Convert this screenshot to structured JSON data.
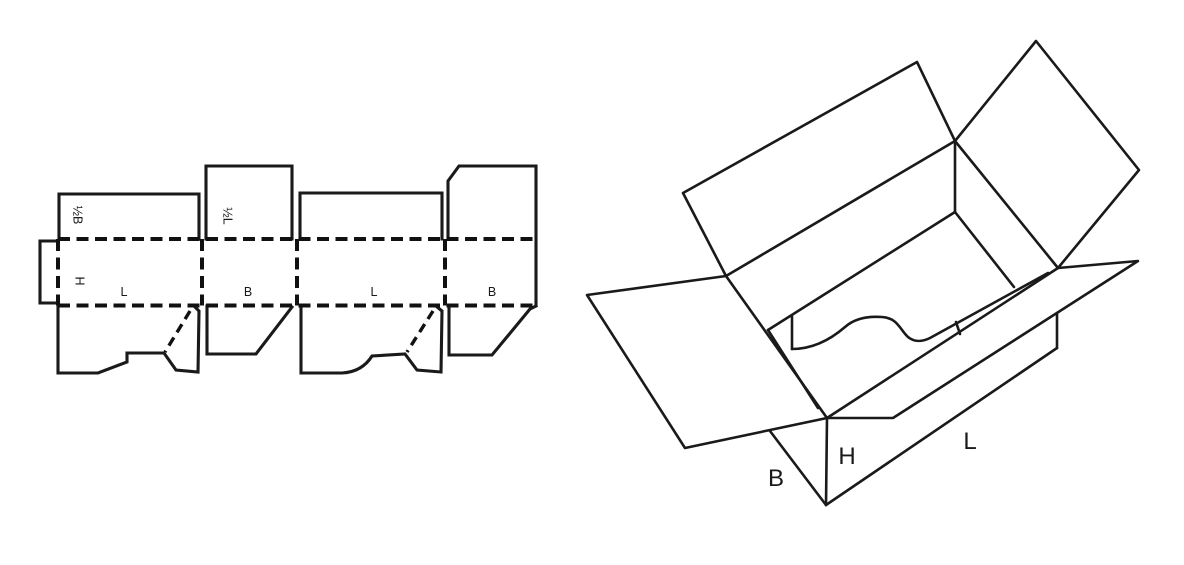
{
  "page": {
    "background_color": "#ffffff",
    "line_color": "#1a1a1a"
  },
  "dieline": {
    "labels": {
      "half_breadth": "½B",
      "half_length": "½L",
      "height": "H",
      "length": "L",
      "breadth": "B"
    }
  },
  "box_view": {
    "labels": {
      "breadth": "B",
      "height": "H",
      "length": "L"
    }
  }
}
